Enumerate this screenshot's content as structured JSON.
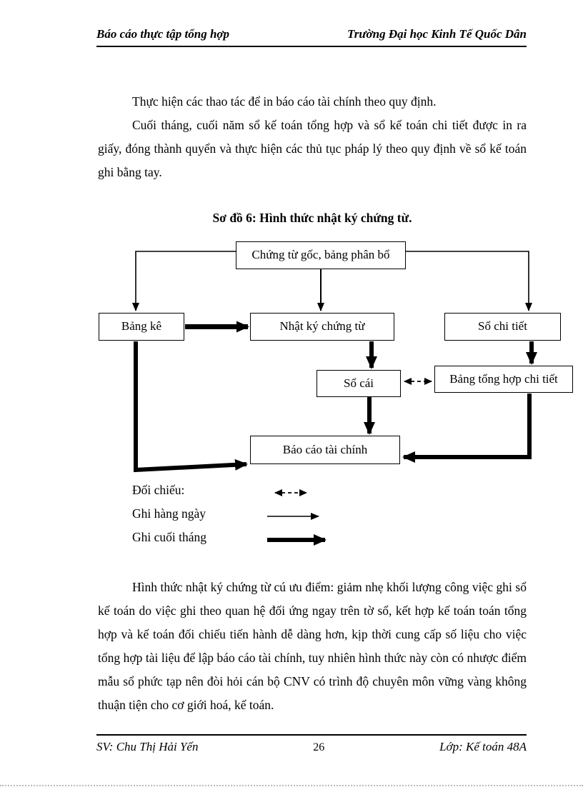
{
  "header": {
    "left": "Báo cáo thực tập tổng hợp",
    "right": "Trường Đại học Kinh Tế Quốc Dân"
  },
  "body": {
    "para1": "Thực hiện các thao tác để in báo cáo tài chính theo quy định.",
    "para2": "Cuối tháng, cuối năm sổ kế toán tổng hợp và sổ kế toán chi tiết được in ra giấy, đóng thành quyển và thực hiện các thủ tục pháp lý theo quy định về sổ kế toán ghi bằng tay.",
    "para3": "Hình thức nhật ký chứng từ  cú ưu điểm: giảm nhẹ khối lượng công việc ghi sổ kế toán do việc ghi theo quan hệ đối ứng ngay trên tờ sổ, kết hợp kế toán toán tổng hợp và kế toán đối chiếu tiến hành dễ dàng hơn, kịp thời cung cấp số liệu cho việc tổng hợp tài liệu để lập báo cáo tài chính, tuy nhiên hình thức này còn có nhược điểm mẫu sổ phức tạp nên đòi hỏi cán bộ CNV có trình độ chuyên môn vững vàng không thuận tiện cho cơ giới hoá, kế toán."
  },
  "diagram": {
    "title": "Sơ đồ 6: Hình thức nhật ký chứng từ.",
    "boxes": {
      "chung_tu_goc": "Chứng từ gốc, bảng phân bổ",
      "bang_ke": "Bảng kê",
      "nhat_ky": "Nhật ký chứng từ",
      "so_chi_tiet": "Sổ chi tiết",
      "so_cai": "Sổ cái",
      "bang_tong_hop": "Bảng tổng hợp chi tiết",
      "bao_cao": "Báo cáo tài chính"
    },
    "legend": [
      {
        "label": "Đối chiếu:",
        "style": "dashed-double-arrow"
      },
      {
        "label": "Ghi hàng ngày",
        "style": "thin-arrow"
      },
      {
        "label": "Ghi cuối tháng",
        "style": "thick-arrow"
      }
    ]
  },
  "footer": {
    "left": "SV: Chu Thị Hải Yến",
    "page": "26",
    "right": "Lớp: Kế toán 48A"
  },
  "colors": {
    "text": "#000000",
    "background": "#ffffff",
    "line": "#000000"
  }
}
